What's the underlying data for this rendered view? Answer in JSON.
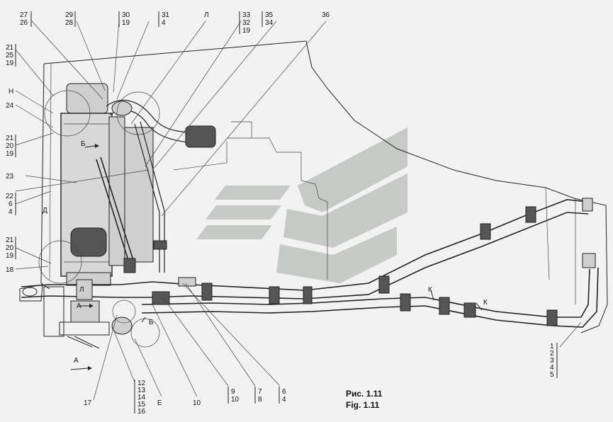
{
  "figure": {
    "caption_ru": "Рис. 1.11",
    "caption_en": "Fig. 1.11"
  },
  "labels": {
    "l27": "27",
    "l26": "26",
    "l29": "29",
    "l28": "28",
    "l30": "30",
    "l19a": "19",
    "l31": "31",
    "l4a": "4",
    "lL": "Л",
    "l33": "33",
    "l32": "32",
    "l19b": "19",
    "l35": "35",
    "l34": "34",
    "l36": "36",
    "l21a": "21",
    "l25": "25",
    "l19c": "19",
    "lH": "Н",
    "l24": "24",
    "l21b": "21",
    "l20a": "20",
    "l19d": "19",
    "l23": "23",
    "l22": "22",
    "l6a": "6",
    "l4b": "4",
    "lD": "Д",
    "l21c": "21",
    "l20b": "20",
    "l19e": "19",
    "l18": "18",
    "lB1": "Б",
    "lA1": "А",
    "lL2": "Л",
    "lB2": "Б",
    "lA2": "А",
    "l17": "17",
    "l12": "12",
    "l13": "13",
    "l14": "14",
    "l15": "15",
    "l16": "16",
    "lE": "Е",
    "l10": "10",
    "l9": "9",
    "l10b": "10",
    "l7": "7",
    "l8": "8",
    "l6b": "6",
    "l4c": "4",
    "lK1": "К",
    "lK2": "К",
    "l1": "1",
    "l2": "2",
    "l3": "3",
    "l4d": "4",
    "l5": "5"
  }
}
